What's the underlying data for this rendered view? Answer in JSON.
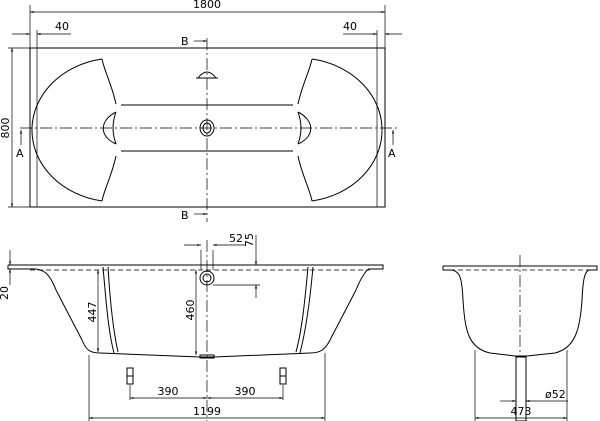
{
  "top_view": {
    "dim_length": "1800",
    "dim_rim_left": "40",
    "dim_rim_right": "40",
    "dim_width": "800",
    "section_a_left": "A",
    "section_a_right": "A",
    "section_b_top": "B",
    "section_b_bottom": "B"
  },
  "side_view": {
    "dim_rim_thickness": "20",
    "dim_depth": "447",
    "dim_overflow_height": "460",
    "dim_overflow_offset": "52",
    "dim_overflow_drop": "75",
    "dim_foot_left": "390",
    "dim_foot_right": "390",
    "dim_bottom_length": "1199"
  },
  "end_view": {
    "dim_drain_diameter": "ø52",
    "dim_bottom_width": "473"
  }
}
